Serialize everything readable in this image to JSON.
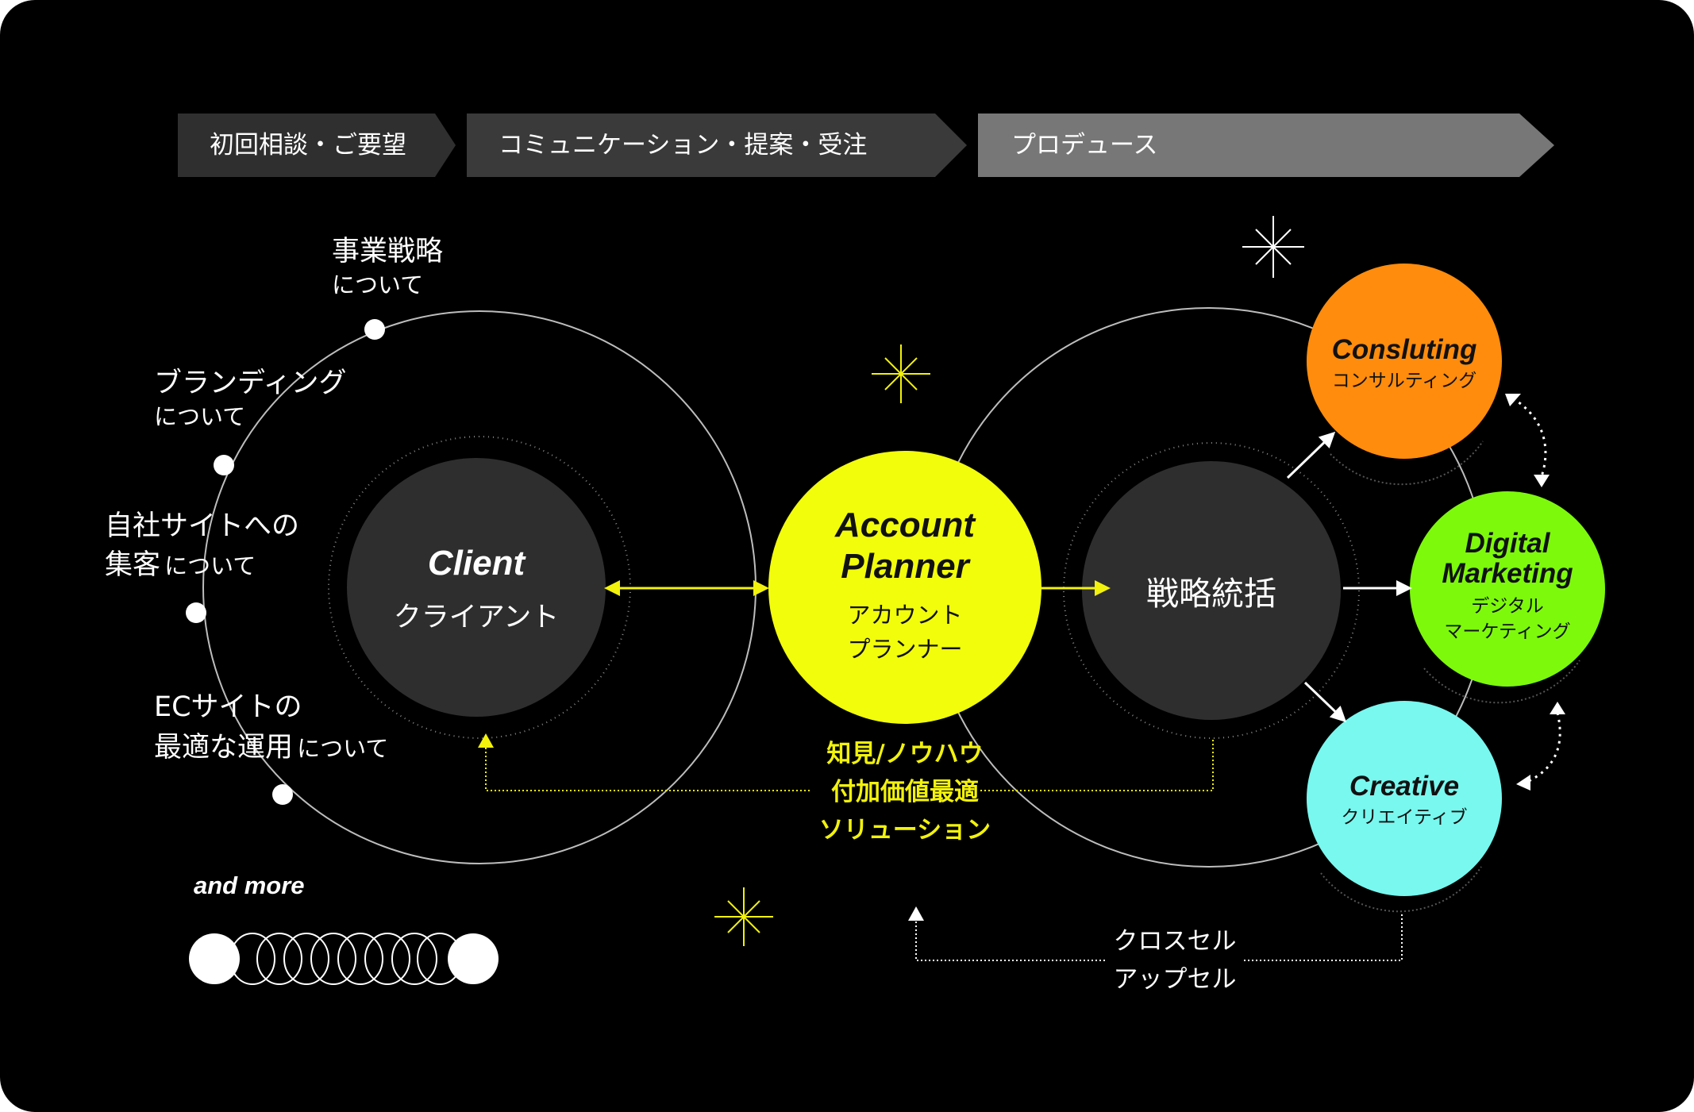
{
  "colors": {
    "background": "#000000",
    "frame": "#ffffff",
    "dark_node": "#2e2e2e",
    "account_planner": "#f2fd0c",
    "consulting": "#ff8c0c",
    "digital_marketing": "#7df90c",
    "creative": "#78f8ef",
    "phase_dark": "#2f2f2f",
    "phase_mid": "#3a3a3a",
    "phase_light": "#777777",
    "accent_yellow": "#f2f20c"
  },
  "phases": [
    {
      "label": "初回相談・ご要望"
    },
    {
      "label": "コミュニケーション・提案・受注"
    },
    {
      "label": "プロデュース"
    }
  ],
  "topics": [
    {
      "line1": "事業戦略",
      "line2": "について"
    },
    {
      "line1": "ブランディング",
      "line2": "について"
    },
    {
      "line1": "自社サイトへの",
      "line2a": "集客",
      "line2b": "について"
    },
    {
      "line1": "ECサイトの",
      "line2a": "最適な運用",
      "line2b": "について"
    }
  ],
  "and_more": "and more",
  "client": {
    "en": "Client",
    "ja": "クライアント"
  },
  "account_planner": {
    "en_line1": "Account",
    "en_line2": "Planner",
    "ja_line1": "アカウント",
    "ja_line2": "プランナー"
  },
  "strategy": {
    "label": "戦略統括"
  },
  "consulting": {
    "en": "Consluting",
    "ja": "コンサルティング"
  },
  "digital_marketing": {
    "en_line1": "Digital",
    "en_line2": "Marketing",
    "ja_line1": "デジタル",
    "ja_line2": "マーケティング"
  },
  "creative": {
    "en": "Creative",
    "ja": "クリエイティブ"
  },
  "knowhow": {
    "line1": "知見/ノウハウ",
    "line2": "付加価値最適",
    "line3": "ソリューション"
  },
  "cross_sell": {
    "line1": "クロスセル",
    "line2": "アップセル"
  },
  "icons": [
    "sparkle-icon",
    "sparkle-icon",
    "sparkle-icon",
    "chain-circles-icon",
    "arrow-icon"
  ]
}
